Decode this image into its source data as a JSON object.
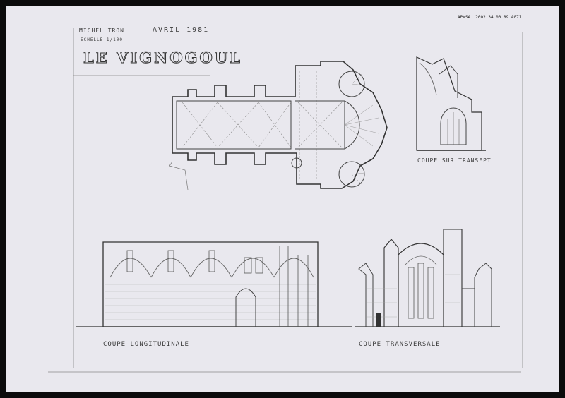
{
  "header": {
    "author": "MICHEL TRON",
    "date": "AVRIL 1981",
    "scale": "ECHELLE 1/100",
    "title": "LE VIGNOGOUL"
  },
  "archive_ref": "APVSA. 2002 34 00 89 A071",
  "captions": {
    "transept_section": "COUPE SUR TRANSEPT",
    "longitudinal_section": "COUPE LONGITUDINALE",
    "transverse_section": "COUPE TRANSVERSALE"
  },
  "colors": {
    "paper": "#e9e8ee",
    "background": "#0b0b0b",
    "ink": "#3b3b3b"
  }
}
